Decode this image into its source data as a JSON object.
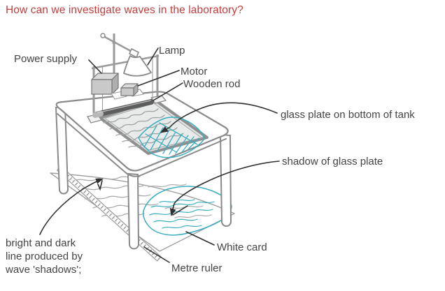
{
  "title": "How can we investigate waves in the laboratory?",
  "colors": {
    "title_red": "#c13e3e",
    "wave_highlight_cyan": "#3aaebe",
    "structure_gray": "#8a8a8a",
    "annotation_dark": "#303030",
    "label_text": "#444444"
  },
  "diagram": {
    "labels": {
      "power_supply": "Power supply",
      "lamp": "Lamp",
      "motor": "Motor",
      "wooden_rod": "Wooden rod",
      "glass_plate": "glass plate on bottom of tank",
      "shadow_of_glass_plate": "shadow of glass plate",
      "white_card": "White card",
      "metre_ruler": "Metre ruler"
    },
    "note_lines": [
      "bright and dark",
      "line produced by",
      "wave 'shadows';"
    ]
  }
}
